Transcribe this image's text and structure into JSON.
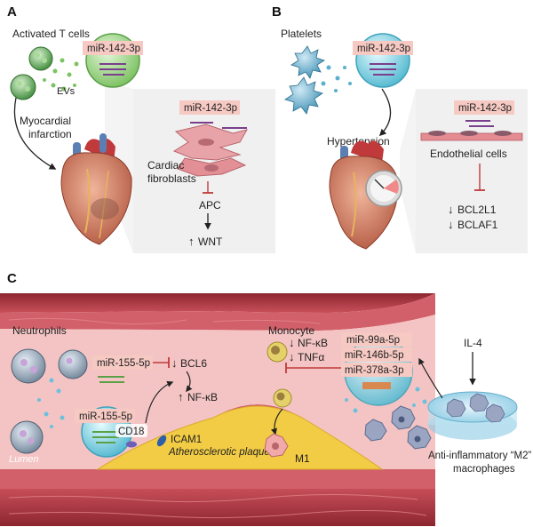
{
  "panels": {
    "a": "A",
    "b": "B",
    "c": "C"
  },
  "panel_a": {
    "cells_label": "Activated T cells",
    "evs_label": "EVs",
    "mirna": "miR-142-3p",
    "mirna_zoom": "miR-142-3p",
    "event_line1": "Myocardial",
    "event_line2": "infarction",
    "target_cells_line1": "Cardiac",
    "target_cells_line2": "fibroblasts",
    "target_gene": "APC",
    "pathway_arrow": "↑",
    "pathway": "WNT"
  },
  "panel_b": {
    "cells_label": "Platelets",
    "mirna": "miR-142-3p",
    "mirna_zoom": "miR-142-3p",
    "event": "Hypertension",
    "target_cells": "Endothelial cells",
    "gene1_arrow": "↓",
    "gene1": "BCL2L1",
    "gene2_arrow": "↓",
    "gene2": "BCLAF1"
  },
  "panel_c": {
    "neutrophils": "Neutrophils",
    "mir155_a": "miR-155-5p",
    "mir155_b": "miR-155-5p",
    "bcl6_arrow": "↓",
    "bcl6": "BCL6",
    "nfkb_left_arrow": "↑",
    "nfkb_left": "NF-κB",
    "cd18": "CD18",
    "icam1": "ICAM1",
    "lumen": "Lumen",
    "plaque": "Atherosclerotic plaque",
    "monocyte": "Monocyte",
    "nfkb_right_arrow": "↓",
    "nfkb_right": "NF-κB",
    "tnfa_arrow": "↓",
    "tnfa": "TNFα",
    "m1": "M1",
    "mir99a": "miR-99a-5p",
    "mir146b": "miR-146b-5p",
    "mir378a": "miR-378a-3p",
    "il4": "IL-4",
    "macrophages_line1": "Anti-inflammatory “M2”",
    "macrophages_line2": "macrophages"
  }
}
